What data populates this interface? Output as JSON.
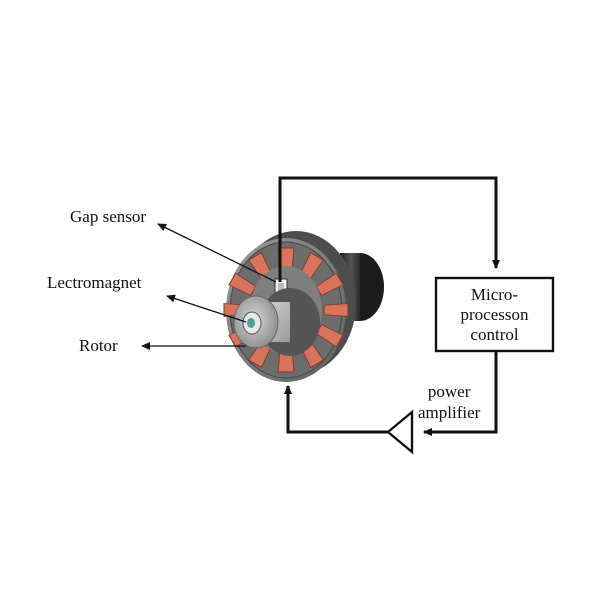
{
  "labels": {
    "gap_sensor": "Gap sensor",
    "electromagnet": "Lectromagnet",
    "rotor": "Rotor"
  },
  "controller": {
    "line1": "Micro-",
    "line2": "processon",
    "line3": "control"
  },
  "amplifier": {
    "line1": "power",
    "line2": "amplifier"
  },
  "colors": {
    "coil": "#d9745c",
    "housing": "#8a8a8a",
    "shaft": "#3a3a3a",
    "line": "#111111"
  }
}
